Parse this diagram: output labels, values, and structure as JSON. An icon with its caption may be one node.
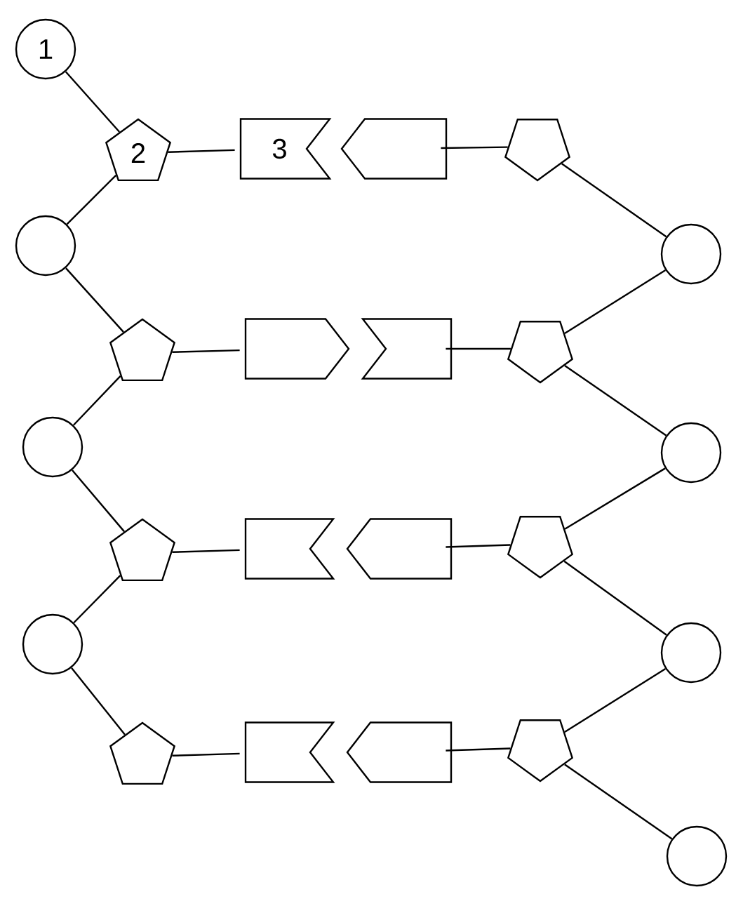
{
  "diagram": {
    "nodes": [
      {
        "text": [
          "1"
        ]
      },
      {
        "text": [
          "2"
        ]
      },
      {
        "text": [
          "3"
        ]
      },
      {
        "text": [],
        "shape": "arrow"
      },
      {
        "text": [],
        "shape": "pentagon"
      },
      {
        "text": [],
        "shape": "circle"
      },
      {
        "text": [],
        "shape": "circle"
      },
      {
        "text": [],
        "shape": "pentagon"
      },
      {
        "text": [],
        "shape": "arrow"
      },
      {
        "text": [],
        "shape": "box"
      },
      {
        "text": [],
        "shape": "pentagon"
      },
      {
        "text": [],
        "shape": "circle"
      },
      {
        "text": [],
        "shape": "circle"
      },
      {
        "text": [],
        "shape": "pentagon"
      },
      {
        "text": [],
        "shape": "box"
      },
      {
        "text": [],
        "shape": "arrow"
      },
      {
        "text": [],
        "shape": "pentagon"
      },
      {
        "text": [],
        "shape": "circle"
      },
      {
        "text": [],
        "shape": "circle"
      },
      {
        "text": [],
        "shape": "pentagon"
      },
      {
        "text": [],
        "shape": "box"
      },
      {
        "text": [],
        "shape": "arrow"
      },
      {
        "text": [],
        "shape": "pentagon"
      },
      {
        "text": [],
        "shape": "circle"
      }
    ],
    "edges": [
      {
        "from": 0,
        "to": 1,
        "arrow": "none"
      },
      {
        "from": 1,
        "to": 2,
        "arrow": "none"
      },
      {
        "from": 3,
        "to": 4,
        "arrow": "none"
      },
      {
        "from": 1,
        "to": 5,
        "arrow": "none"
      },
      {
        "from": 4,
        "to": 6,
        "arrow": "none"
      },
      {
        "from": 5,
        "to": 7,
        "arrow": "none"
      },
      {
        "from": 7,
        "to": 8,
        "arrow": "none"
      },
      {
        "from": 9,
        "to": 10,
        "arrow": "none"
      },
      {
        "from": 7,
        "to": 11,
        "arrow": "none"
      },
      {
        "from": 6,
        "to": 10,
        "arrow": "none"
      },
      {
        "from": 10,
        "to": 12,
        "arrow": "none"
      },
      {
        "from": 11,
        "to": 13,
        "arrow": "none"
      },
      {
        "from": 13,
        "to": 14,
        "arrow": "none"
      },
      {
        "from": 15,
        "to": 16,
        "arrow": "none"
      },
      {
        "from": 13,
        "to": 17,
        "arrow": "none"
      },
      {
        "from": 12,
        "to": 16,
        "arrow": "none"
      },
      {
        "from": 16,
        "to": 18,
        "arrow": "none"
      },
      {
        "from": 17,
        "to": 19,
        "arrow": "none"
      },
      {
        "from": 19,
        "to": 20,
        "arrow": "none"
      },
      {
        "from": 21,
        "to": 22,
        "arrow": "none"
      },
      {
        "from": 18,
        "to": 22,
        "arrow": "none"
      },
      {
        "from": 22,
        "to": 23,
        "arrow": "none"
      }
    ]
  }
}
